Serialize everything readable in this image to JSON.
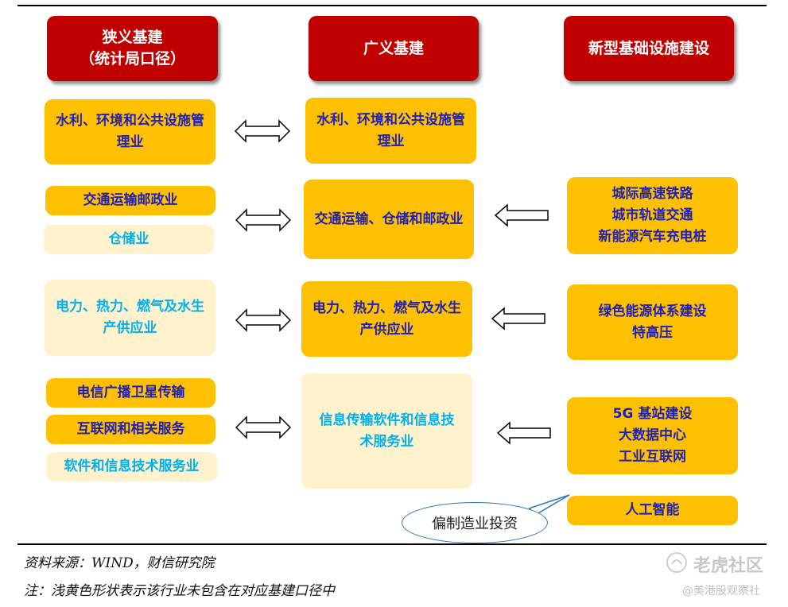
{
  "headers": {
    "narrow": [
      "狭义基建",
      "（统计局口径）"
    ],
    "broad": [
      "广义基建"
    ],
    "new": [
      "新型基础设施建设"
    ]
  },
  "narrow": [
    {
      "lines": [
        "水利、环境和公共设施管",
        "理业"
      ],
      "style": "dark"
    },
    {
      "lines": [
        "交通运输邮政业"
      ],
      "style": "dark"
    },
    {
      "lines": [
        "仓储业"
      ],
      "style": "light"
    },
    {
      "lines": [
        "电力、热力、燃气及水生",
        "产供应业"
      ],
      "style": "light"
    },
    {
      "lines": [
        "电信广播卫星传输"
      ],
      "style": "dark"
    },
    {
      "lines": [
        "互联网和相关服务"
      ],
      "style": "dark"
    },
    {
      "lines": [
        "软件和信息技术服务业"
      ],
      "style": "light"
    }
  ],
  "broad": [
    {
      "lines": [
        "水利、环境和公共设施管",
        "理业"
      ],
      "style": "dark"
    },
    {
      "lines": [
        "交通运输、仓储和邮政业"
      ],
      "style": "dark"
    },
    {
      "lines": [
        "电力、热力、燃气及水生",
        "产供应业"
      ],
      "style": "dark"
    },
    {
      "lines": [
        "信息传输软件和信息技",
        "术服务业"
      ],
      "style": "light"
    }
  ],
  "newinfra": [
    {
      "lines": [
        "城际高速铁路",
        "城市轨道交通",
        "新能源汽车充电桩"
      ],
      "style": "dark"
    },
    {
      "lines": [
        "绿色能源体系建设",
        "特高压"
      ],
      "style": "dark"
    },
    {
      "lines": [
        "5G 基站建设",
        "大数据中心",
        "工业互联网"
      ],
      "style": "dark"
    },
    {
      "lines": [
        "人工智能"
      ],
      "style": "dark"
    }
  ],
  "callout": "偏制造业投资",
  "source": "资料来源：WIND，财信研究院",
  "note": "注：浅黄色形状表示该行业未包含在对应基建口径中",
  "watermark": {
    "brand": "老虎社区",
    "author": "@美港股观察社"
  },
  "colors": {
    "header": "#c00000",
    "dark": "#ffc000",
    "light": "#fff2cc",
    "dark_text": "#1f1fb4",
    "light_text": "#00b0f0"
  }
}
